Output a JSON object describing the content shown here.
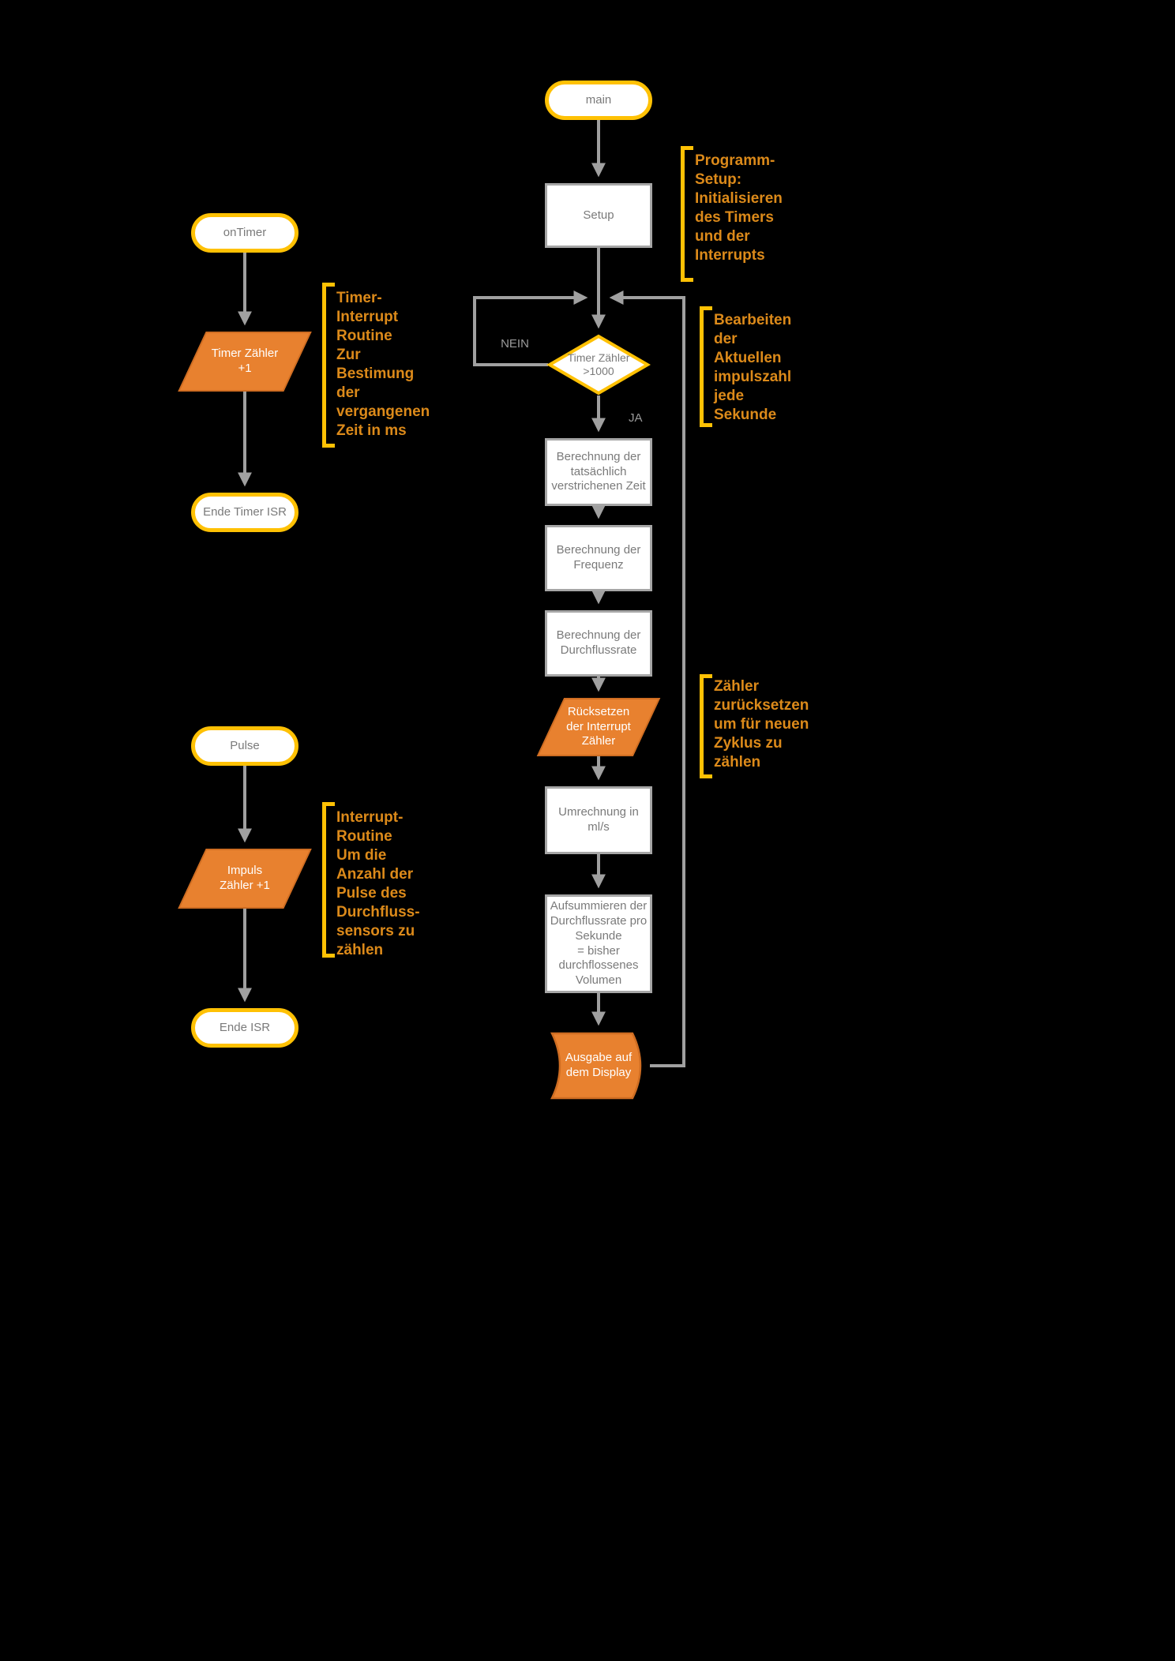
{
  "colors": {
    "background": "#000000",
    "gold": "#FFC104",
    "orange": "#E8812F",
    "orange_border": "#CF6D22",
    "connector_gray": "#A0A0A0",
    "node_border_gray": "#A6A6A6",
    "node_text_gray": "#7A7A7A",
    "annotation_orange": "#DC8A1A",
    "edge_label_gray": "#9B9B9B"
  },
  "timer_isr": {
    "start_label": "onTimer",
    "process_label": "Timer Zähler\n+1",
    "end_label": "Ende Timer ISR",
    "annotation": "Timer-\nInterrupt\nRoutine\nZur\nBestimung\nder\nvergangenen\nZeit in ms"
  },
  "pulse_isr": {
    "start_label": "Pulse",
    "process_label": "Impuls\nZähler +1",
    "end_label": "Ende ISR",
    "annotation": "Interrupt-\nRoutine\nUm die\nAnzahl der\nPulse des\nDurchfluss-\nsensors zu\nzählen"
  },
  "main_flow": {
    "start_label": "main",
    "setup_label": "Setup",
    "setup_annotation": "Programm-\nSetup:\nInitialisieren\ndes Timers\nund der\nInterrupts",
    "decision_label": "Timer Zähler\n>1000",
    "no_label": "NEIN",
    "yes_label": "JA",
    "decision_annotation": "Bearbeiten\nder\nAktuellen\nimpulszahl\njede\nSekunde",
    "elapsed_label": "Berechnung der\ntatsächlich\nverstrichenen Zeit",
    "frequency_label": "Berechnung der\nFrequenz",
    "flowrate_label": "Berechnung der\nDurchflussrate",
    "reset_label": "Rücksetzen\nder Interrupt\nZähler",
    "reset_annotation": "Zähler\nzurücksetzen\num für neuen\nZyklus zu\nzählen",
    "convert_label": "Umrechnung in ml/s",
    "sum_label": "Aufsummieren der\nDurchflussrate pro\nSekunde\n= bisher\ndurchflossenes\nVolumen",
    "display_label": "Ausgabe auf\ndem Display"
  }
}
